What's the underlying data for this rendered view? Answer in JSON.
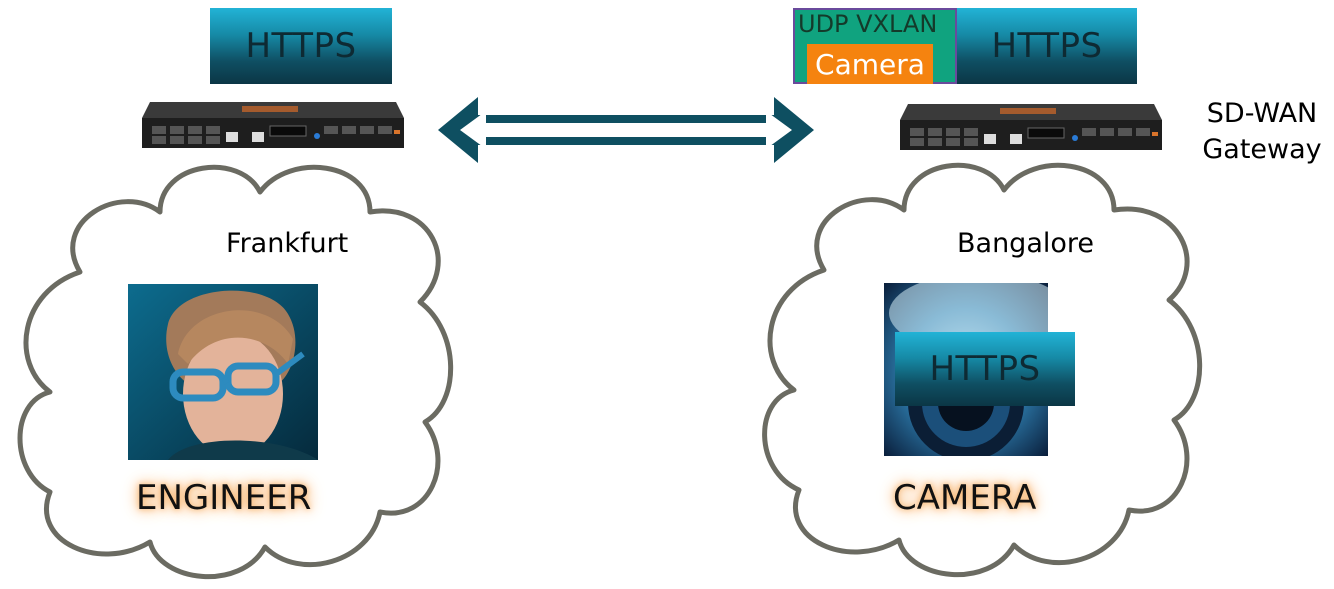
{
  "left_site": {
    "city": "Frankfurt",
    "tunnel_label": "HTTPS",
    "endpoint_label": "ENGINEER",
    "endpoint_image_icon": "engineer-photo"
  },
  "right_site": {
    "city": "Bangalore",
    "outer_label": "UDP VXLAN",
    "inner_label": "Camera",
    "tunnel_label": "HTTPS",
    "endpoint_label": "CAMERA",
    "endpoint_overlay_label": "HTTPS",
    "endpoint_image_icon": "camera-photo"
  },
  "gateway_caption": {
    "line1": "SD-WAN",
    "line2": "Gateway"
  },
  "colors": {
    "https_gradient_top": "#22b3d6",
    "https_gradient_bottom": "#0b3645",
    "arrow": "#0e4f61",
    "cloud_stroke": "#6b6b62",
    "udp_green": "#10a37f",
    "camera_orange": "#f5830f",
    "glow": "#f7b26a"
  }
}
